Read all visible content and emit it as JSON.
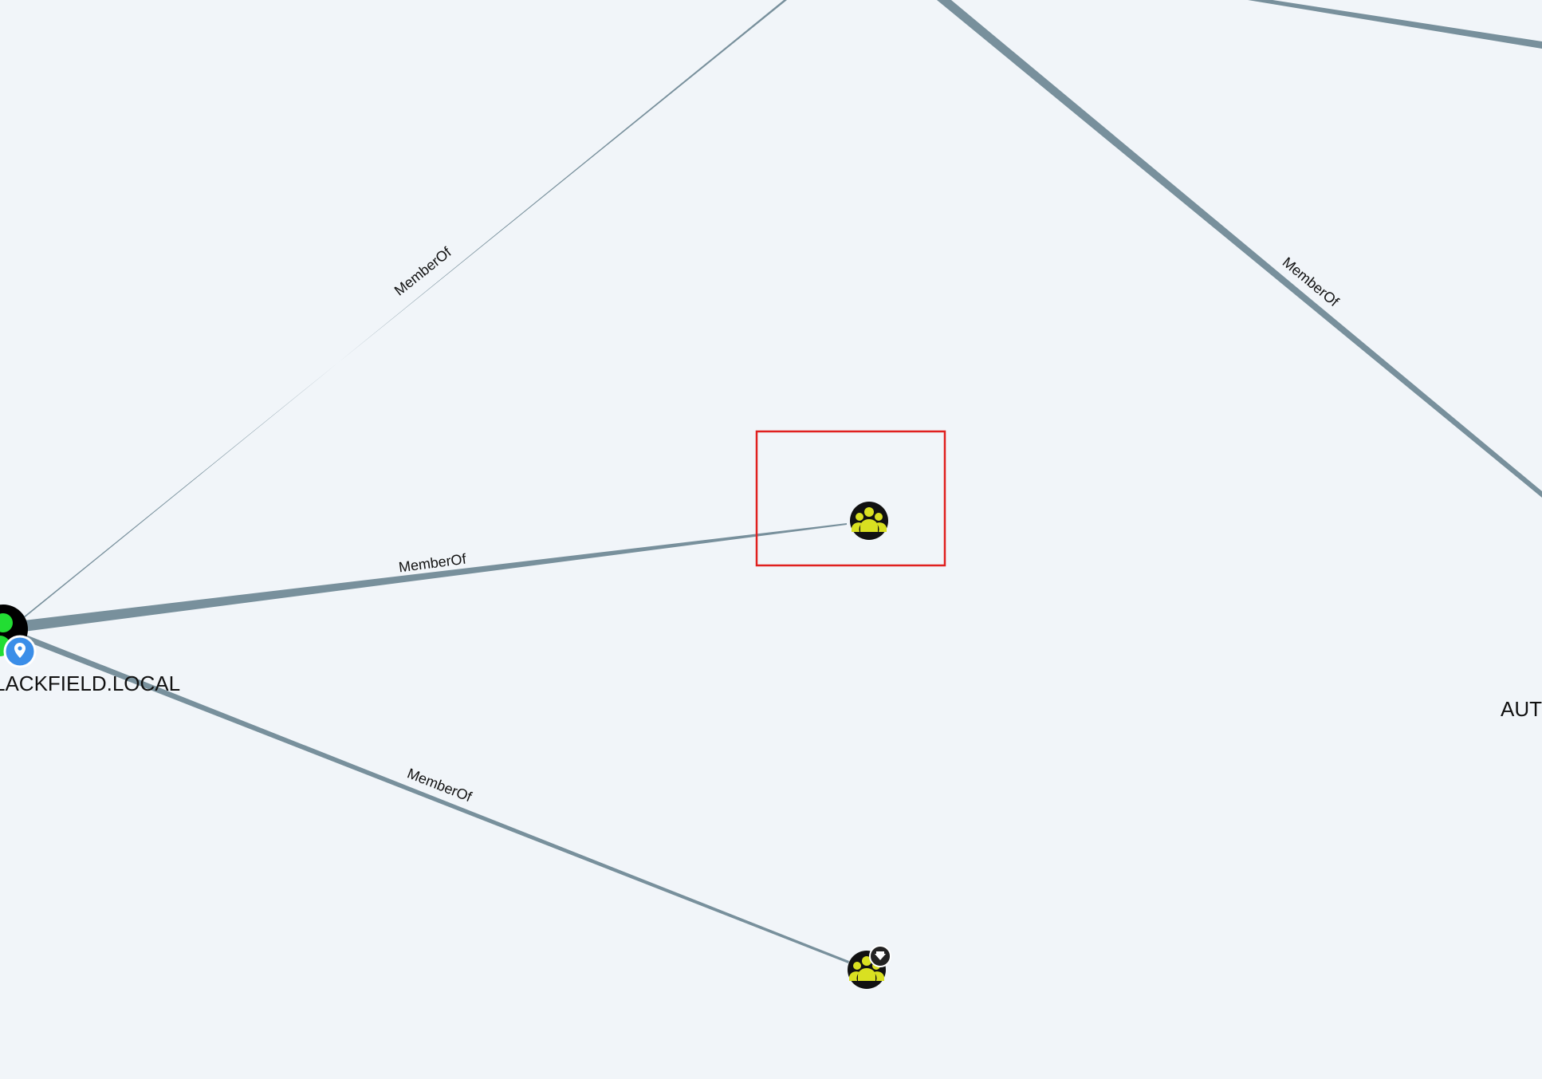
{
  "graph": {
    "edge_label": "MemberOf",
    "edge_color": "#78909c",
    "node_labels": {
      "domain_group": "LACKFIELD.LOCAL",
      "right_partial": "AUT"
    },
    "selection_color": "#e0201f",
    "group_icon_fill": "#d9e021",
    "group_node_bg": "#111111",
    "user_icon_fill": "#22dd33",
    "location_badge_color": "#3b8ee8"
  }
}
